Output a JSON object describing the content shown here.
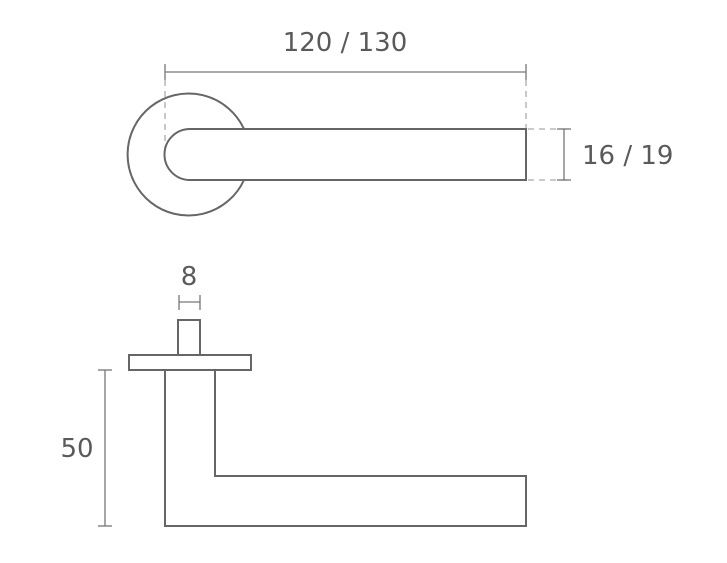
{
  "dimensions": {
    "length": "120 / 130",
    "thickness": "16 / 19",
    "spindle": "8",
    "height": "50"
  },
  "colors": {
    "line": "#666666",
    "text": "#5a5a5a"
  }
}
